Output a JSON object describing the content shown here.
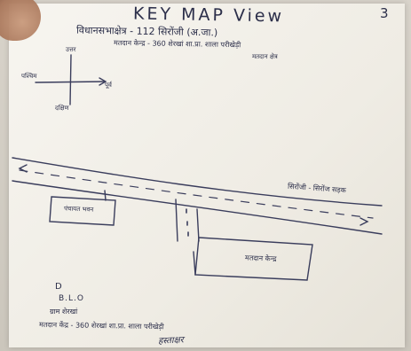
{
  "document": {
    "heading": "KEY MAP View",
    "page_number": "3",
    "line1": "विधानसभाक्षेत्र - 112 सिरोंजी (अ.जा.)",
    "line2": "मतदान केन्द्र - 360 शेरखां शा.प्रा. शाला परीखेड़ी",
    "line2b": "मतदान क्षेत्र",
    "compass": {
      "north": "उत्तर",
      "south": "दक्षिण",
      "west": "पश्चिम",
      "east": "पूर्व"
    },
    "road_label": "सिरोंजी - सिरोंज सड़क",
    "building_left": "पंचायत भवन",
    "building_right": "मतदान केन्द्र",
    "legend_d": "D",
    "legend_blo": "B.L.O",
    "legend_village": "ग्राम शेरखां",
    "footer_line": "मतदान केंद्र - 360 शेरखां शा.प्रा. शाला परीखेड़ी",
    "signature": "हस्ताक्षर"
  },
  "colors": {
    "ink": "#2c2f4a",
    "paper": "#f4f2ec"
  }
}
